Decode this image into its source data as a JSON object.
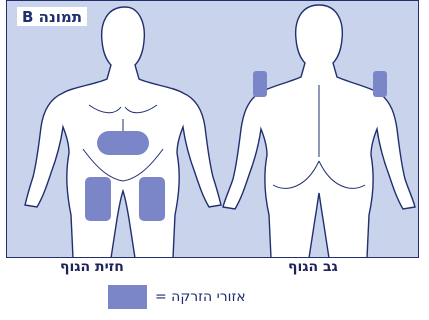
{
  "figure": {
    "label": "תמונה B",
    "colors": {
      "background": "#c9d3ec",
      "body_fill": "#ffffff",
      "outline": "#20306f",
      "injection_area": "#7a86c8"
    }
  },
  "views": {
    "back": {
      "caption": "גב הגוף"
    },
    "front": {
      "caption": "חזית הגוף"
    }
  },
  "legend": {
    "text": "אזורי הזרקה =",
    "swatch_color": "#7a86c8"
  }
}
